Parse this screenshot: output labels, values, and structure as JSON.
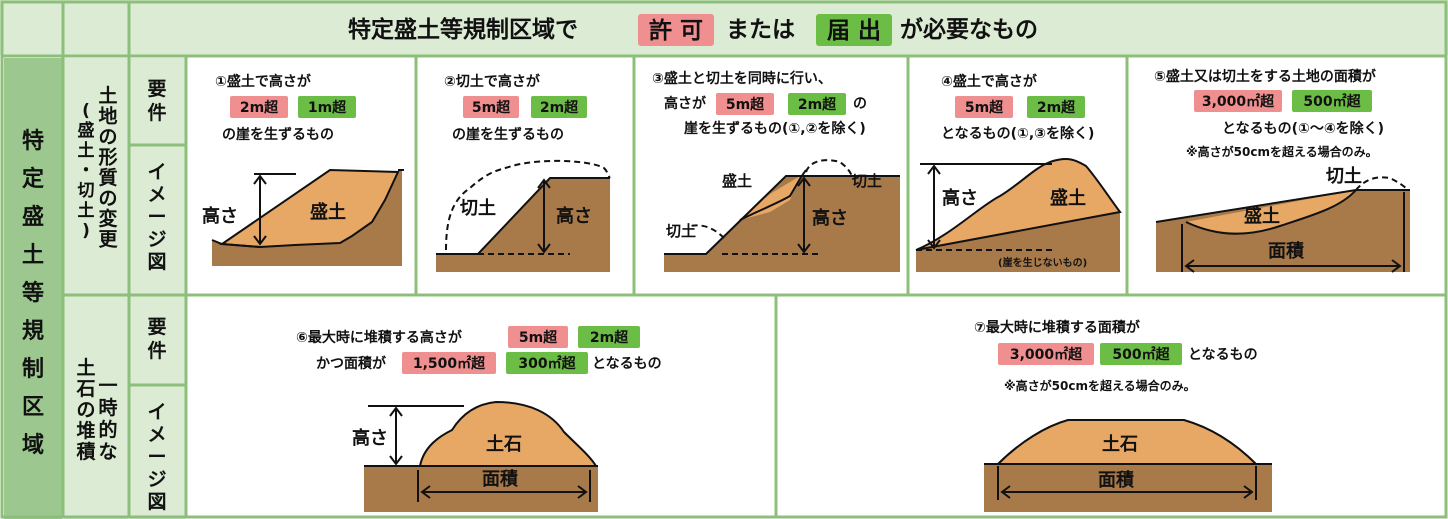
{
  "header": {
    "prefix": "特定盛土等規制区域で",
    "badge_permit": "許 可",
    "middle": "または",
    "badge_notify": "届 出",
    "suffix": "が必要なもの"
  },
  "left_label": [
    "特",
    "定",
    "盛",
    "土",
    "等",
    "規",
    "制",
    "区",
    "域"
  ],
  "section_land": {
    "title_col1": [
      "土",
      "地",
      "の",
      "形",
      "質",
      "の",
      "変",
      "更"
    ],
    "title_col2": [
      "(",
      "盛",
      "土",
      "・",
      "切",
      "土",
      ")"
    ]
  },
  "section_pile": {
    "title_col1": [
      "一",
      "時",
      "的",
      "な"
    ],
    "title_col2": [
      "土",
      "石",
      "の",
      "堆",
      "積"
    ]
  },
  "row_labels": {
    "requirement": [
      "要",
      "件"
    ],
    "image": [
      "イ",
      "メ",
      "ー",
      "ジ",
      "図"
    ]
  },
  "cases": [
    {
      "id": "1",
      "line1": "①盛土で高さが",
      "permit": "2m超",
      "notify": "1m超",
      "line3": "の崖を生ずるもの",
      "labels": {
        "height": "高さ",
        "fill": "盛土"
      }
    },
    {
      "id": "2",
      "line1": "②切土で高さが",
      "permit": "5m超",
      "notify": "2m超",
      "line3": "の崖を生ずるもの",
      "labels": {
        "height": "高さ",
        "cut": "切土"
      }
    },
    {
      "id": "3",
      "line1": "③盛土と切土を同時に行い、",
      "line2_pre": "高さが",
      "permit": "5m超",
      "notify": "2m超",
      "line2_post": "の",
      "line3": "崖を生ずるもの(①,②を除く)",
      "labels": {
        "height": "高さ",
        "fill": "盛土",
        "cut": "切土",
        "cut2": "切土"
      }
    },
    {
      "id": "4",
      "line1": "④盛土で高さが",
      "permit": "5m超",
      "notify": "2m超",
      "line3": "となるもの(①,③を除く)",
      "labels": {
        "height": "高さ",
        "fill": "盛土",
        "note": "(崖を生じないもの)"
      }
    },
    {
      "id": "5",
      "line1": "⑤盛土又は切土をする土地の面積が",
      "permit": "3,000㎡超",
      "notify": "500㎡超",
      "line3": "となるもの(①〜④を除く)",
      "line4": "※高さが50cmを超える場合のみ。",
      "labels": {
        "fill": "盛土",
        "cut": "切土",
        "area": "面積"
      }
    },
    {
      "id": "6",
      "line1": "⑥最大時に堆積する高さが",
      "permit": "5m超",
      "notify": "2m超",
      "line2_pre": "かつ面積が",
      "permit2": "1,500㎡超",
      "notify2": "300㎡超",
      "line2_post": "となるもの",
      "labels": {
        "height": "高さ",
        "soil": "土石",
        "area": "面積"
      }
    },
    {
      "id": "7",
      "line1": "⑦最大時に堆積する面積が",
      "permit": "3,000㎡超",
      "notify": "500㎡超",
      "line2_post": "となるもの",
      "line3": "※高さが50cmを超える場合のみ。",
      "labels": {
        "soil": "土石",
        "area": "面積"
      }
    }
  ],
  "colors": {
    "frame": "#8cc07a",
    "header_bg": "#dcebd3",
    "left_bg": "#9cc78e",
    "permit": "#f08f90",
    "notify": "#6cbd45",
    "soil_light": "#e7a765",
    "soil_dark": "#a87a4a"
  }
}
